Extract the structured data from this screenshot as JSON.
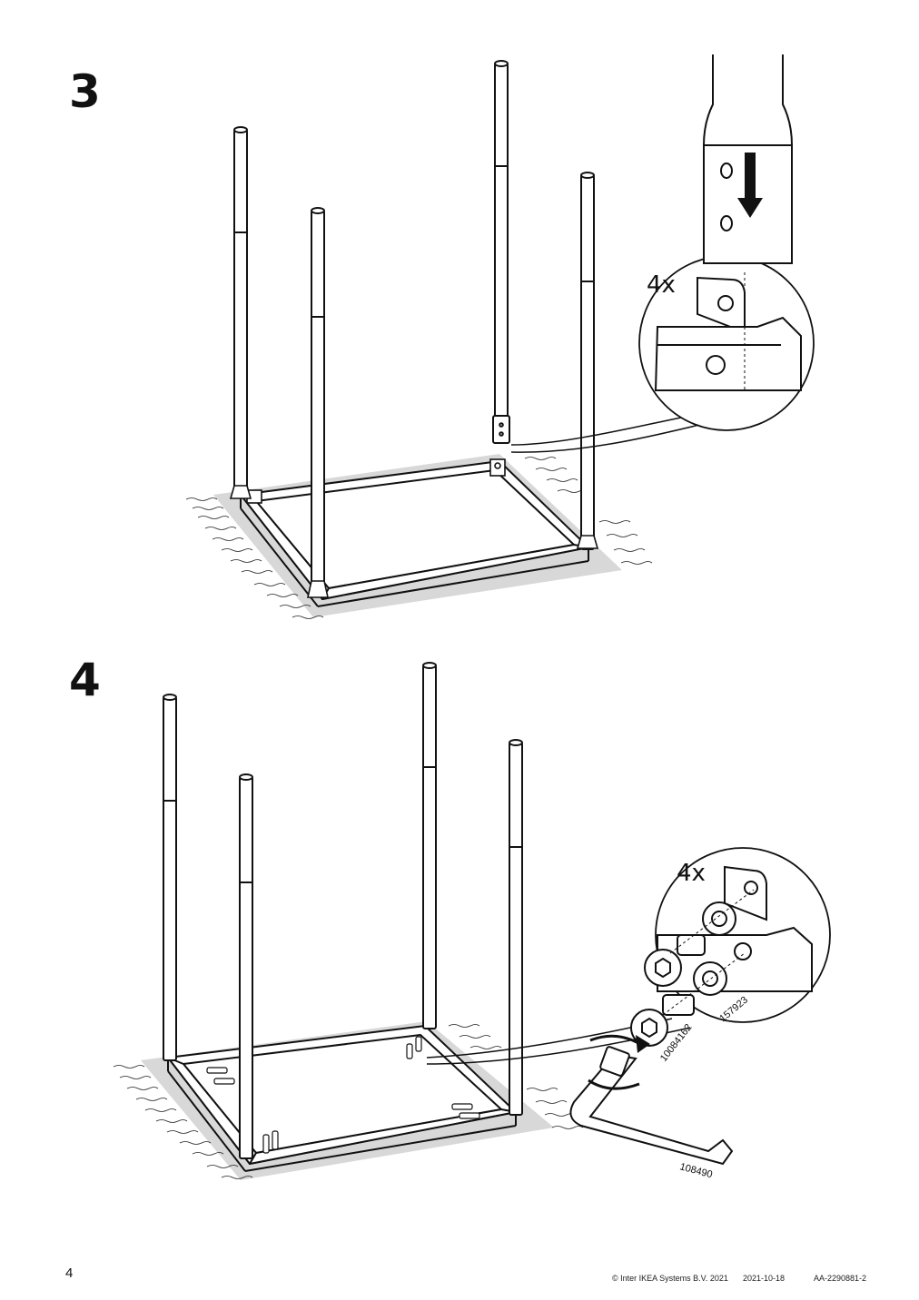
{
  "steps": [
    {
      "number": "3",
      "quantity": "4x"
    },
    {
      "number": "4",
      "quantity": "4x",
      "parts": {
        "screw": "10084162",
        "washer": "157923",
        "allen_key": "108490"
      }
    }
  ],
  "footer": {
    "page_number": "4",
    "copyright": "© Inter IKEA Systems B.V. 2021",
    "date": "2021-10-18",
    "doc_id": "AA-2290881-2"
  },
  "colors": {
    "ink": "#111111",
    "floor": "#d9d9d9",
    "arrow": "#111111"
  },
  "icons": [
    "down-arrow-icon",
    "rotate-arrow-icon",
    "allen-key-icon"
  ]
}
